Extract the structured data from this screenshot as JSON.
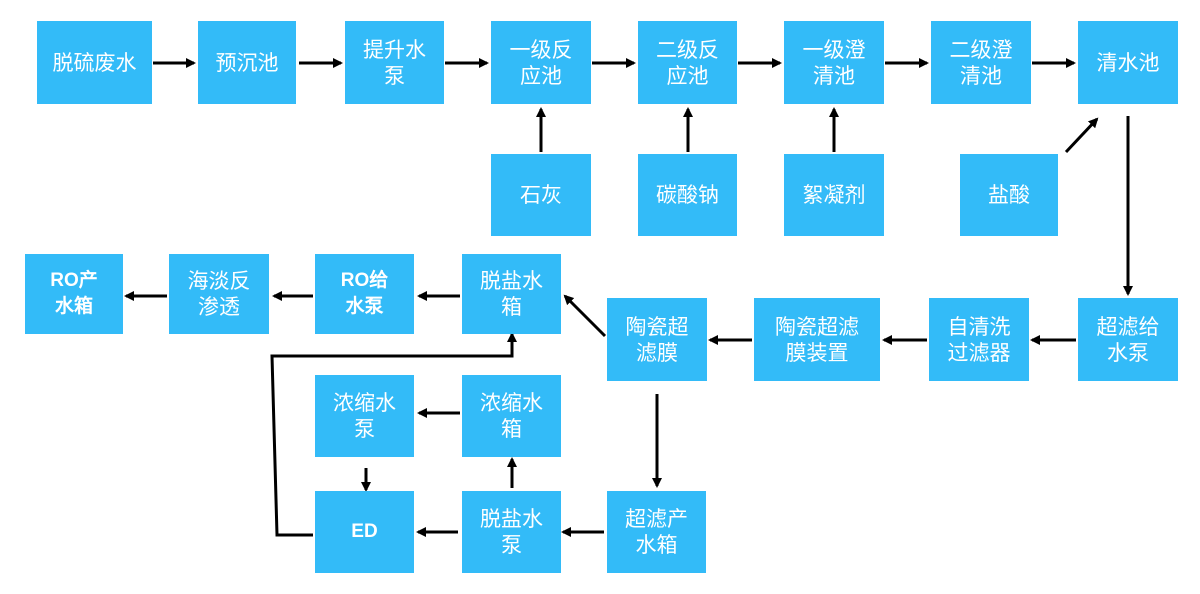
{
  "nodes": {
    "desulfurization_wastewater": "脱硫废水",
    "pre_settling_tank": "预沉池",
    "lift_pump": "提升水泵",
    "primary_reaction_tank": "一级反应池",
    "secondary_reaction_tank": "二级反应池",
    "primary_clarifier": "一级澄清池",
    "secondary_clarifier": "二级澄清池",
    "clear_water_tank": "清水池",
    "lime": "石灰",
    "sodium_carbonate": "碳酸钠",
    "flocculant": "絮凝剂",
    "hydrochloric_acid": "盐酸",
    "uf_feed_pump": "超滤给水泵",
    "self_cleaning_filter": "自清洗过滤器",
    "ceramic_uf_device": "陶瓷超滤膜装置",
    "ceramic_uf_membrane": "陶瓷超滤膜",
    "desalted_water_tank_top": "脱盐水箱",
    "ro_feed_pump": "RO给水泵",
    "seawater_ro": "海淡反渗透",
    "ro_product_tank": "RO产水箱",
    "uf_product_tank": "超滤产水箱",
    "desalted_water_pump": "脱盐水泵",
    "ed": "ED",
    "concentrate_tank": "浓缩水箱",
    "concentrate_pump": "浓缩水泵"
  }
}
